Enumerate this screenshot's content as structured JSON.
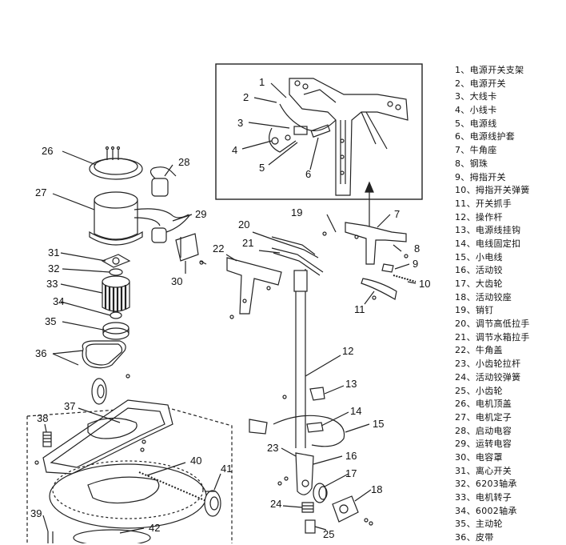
{
  "callouts": {
    "inset": [
      "1",
      "2",
      "3",
      "4",
      "5",
      "6"
    ],
    "c7": "7",
    "c8": "8",
    "c9": "9",
    "c10": "10",
    "c11": "11",
    "c12": "12",
    "c13": "13",
    "c14": "14",
    "c15": "15",
    "c16": "16",
    "c17": "17",
    "c18": "18",
    "c19": "19",
    "c20": "20",
    "c21": "21",
    "c22": "22",
    "c23": "23",
    "c24": "24",
    "c25": "25",
    "c26": "26",
    "c27": "27",
    "c28": "28",
    "c29": "29",
    "c30": "30",
    "c31": "31",
    "c32": "32",
    "c33": "33",
    "c34": "34",
    "c35": "35",
    "c36": "36",
    "c37": "37",
    "c38": "38",
    "c39": "39",
    "c40": "40",
    "c41": "41",
    "c42": "42"
  },
  "parts_list": [
    "1、电源开关支架",
    "2、电源开关",
    "3、大线卡",
    "4、小线卡",
    "5、电源线",
    "6、电源线护套",
    "7、牛角座",
    "8、钢珠",
    "9、拇指开关",
    "10、拇指开关弹簧",
    "11、开关抓手",
    "12、操作杆",
    "13、电源线挂钩",
    "14、电线固定扣",
    "15、小电线",
    "16、活动铰",
    "17、大齿轮",
    "18、活动铰座",
    "19、销钉",
    "20、调节高低拉手",
    "21、调节水箱拉手",
    "22、牛角盖",
    "23、小齿轮拉杆",
    "24、活动铰弹簧",
    "25、小齿轮",
    "26、电机顶盖",
    "27、电机定子",
    "28、启动电容",
    "29、运转电容",
    "30、电容罩",
    "31、离心开关",
    "32、6203轴承",
    "33、电机转子",
    "34、6002轴承",
    "35、主动轮",
    "36、皮带"
  ]
}
